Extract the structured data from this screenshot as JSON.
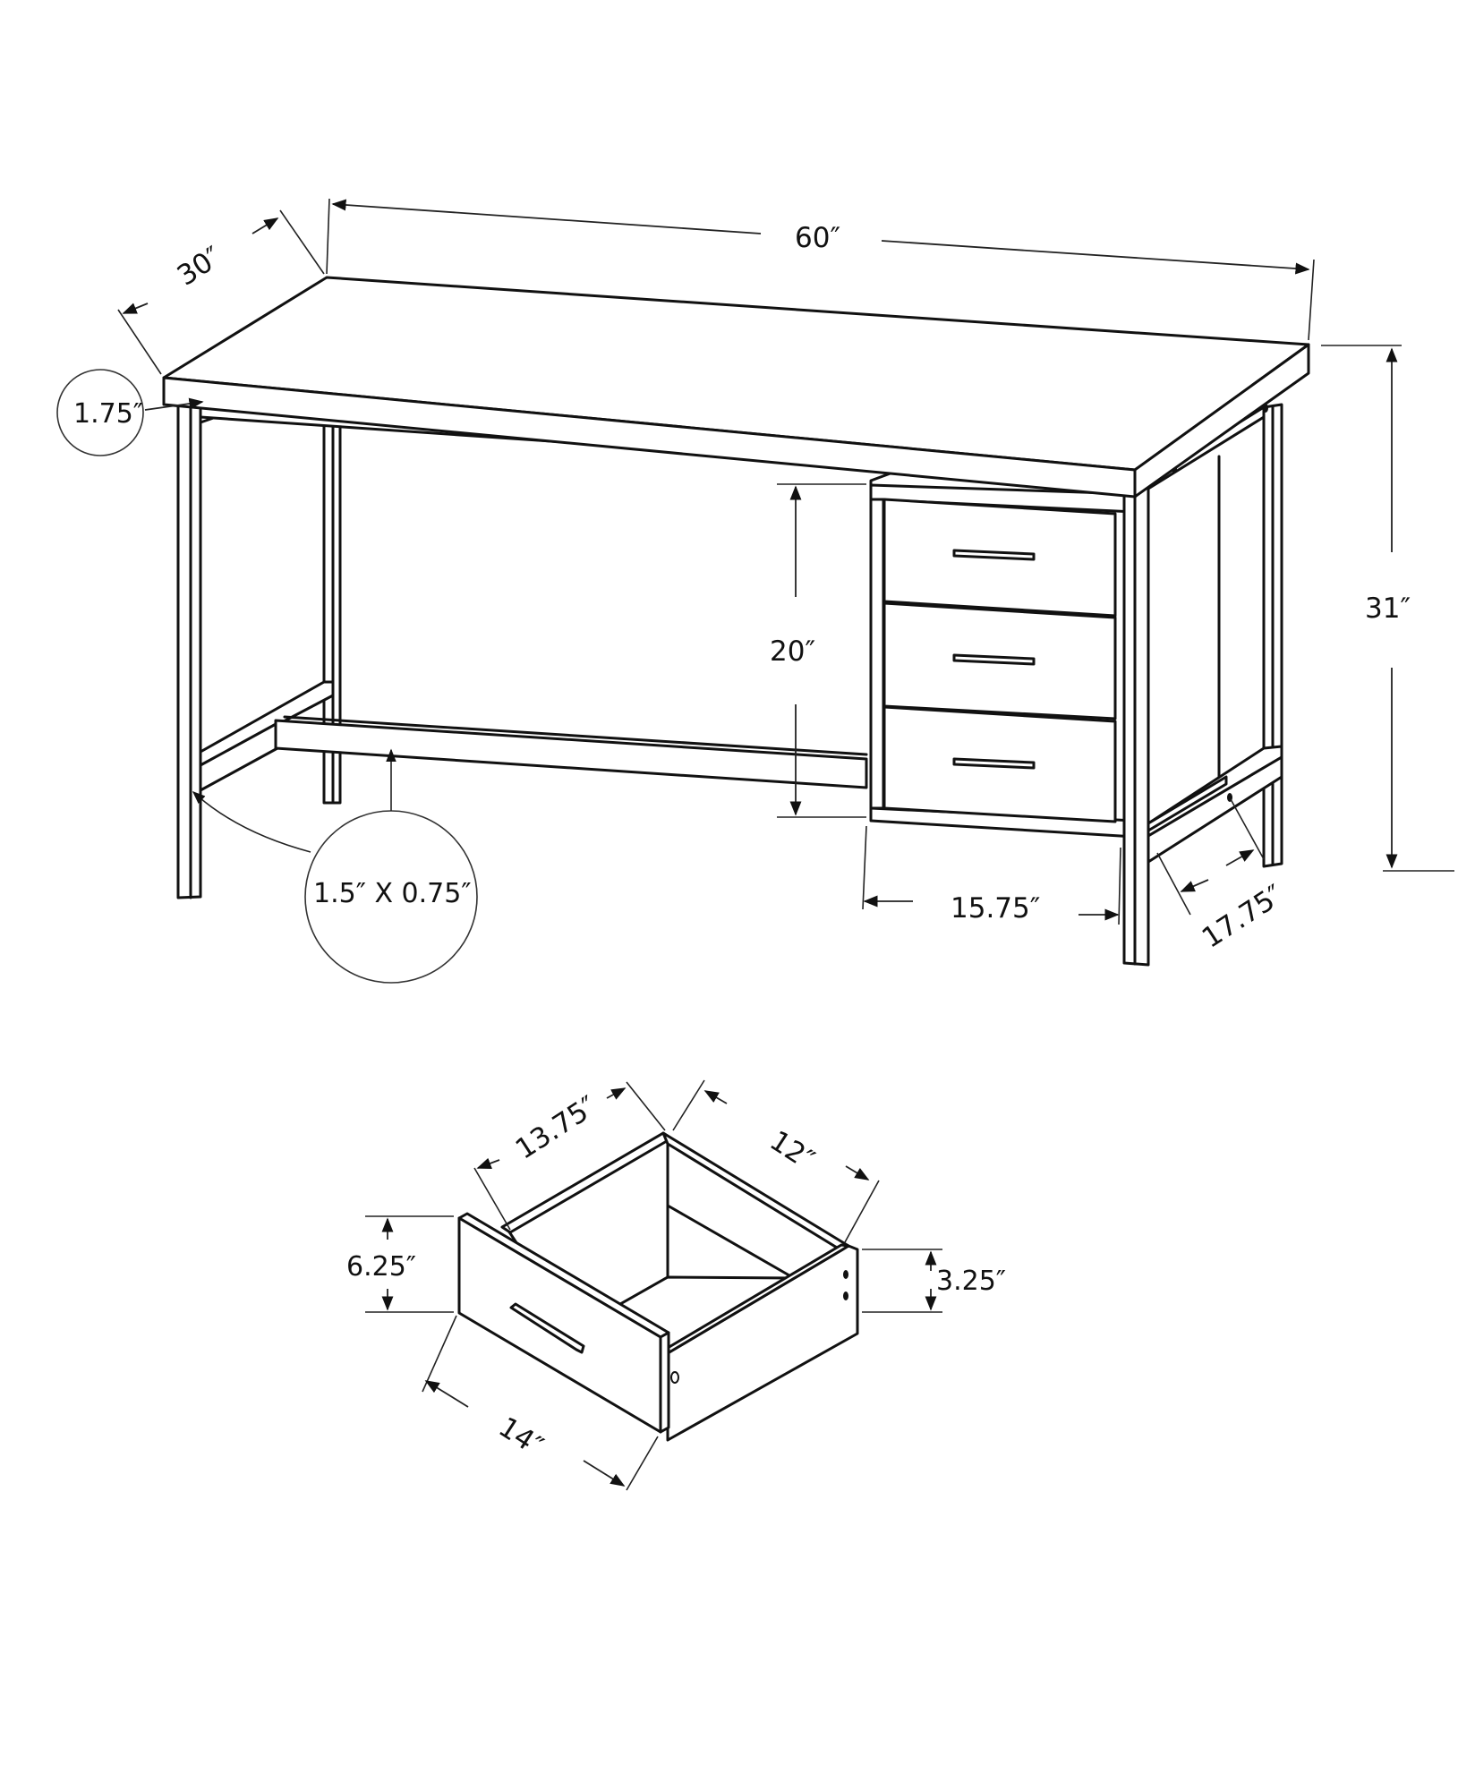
{
  "diagram": {
    "subject": "Office desk with 3-drawer pedestal and drawer detail",
    "line_color": "#111111",
    "background": "#ffffff",
    "desk": {
      "width_label": "60″",
      "depth_label": "30″",
      "height_label": "31″",
      "top_thickness_label": "1.75″",
      "leg_section_label": "1.5″ X 0.75″",
      "pedestal_height_label": "20″",
      "pedestal_width_label": "15.75″",
      "pedestal_depth_label": "17.75″",
      "drawer_count": 3
    },
    "drawer": {
      "front_width_label": "14″",
      "front_height_label": "6.25″",
      "inner_width_label": "13.75″",
      "inner_depth_label": "12″",
      "inner_height_label": "3.25″"
    }
  }
}
